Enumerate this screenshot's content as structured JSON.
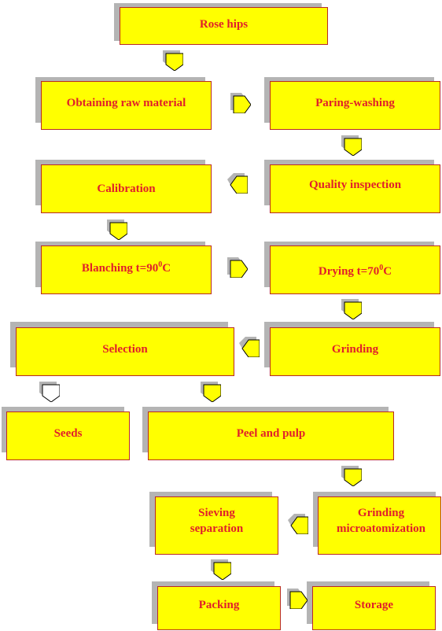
{
  "colors": {
    "box_fill": "#ffff00",
    "box_border": "#b82a23",
    "text": "#e0202a",
    "shadow": "#b4b4b4",
    "arrow_fill": "#ffff00",
    "arrow_white": "#ffffff"
  },
  "steps": {
    "rose_hips": "Rose hips",
    "obtaining_raw_material": "Obtaining raw material",
    "paring_washing": "Paring-washing",
    "calibration": "Calibration",
    "quality_inspection": "Quality inspection",
    "blanching_prefix": "Blanching t=90",
    "blanching_sup": "0",
    "blanching_unit": "C",
    "drying_prefix": "Drying t=70",
    "drying_sup": "0",
    "drying_unit": "C",
    "selection": "Selection",
    "grinding": "Grinding",
    "seeds": "Seeds",
    "peel_and_pulp": "Peel and pulp",
    "grinding_micro_line1": "Grinding",
    "grinding_micro_line2": "microatomization",
    "sieving_line1": "Sieving",
    "sieving_line2": "separation",
    "packing": "Packing",
    "storage": "Storage"
  }
}
